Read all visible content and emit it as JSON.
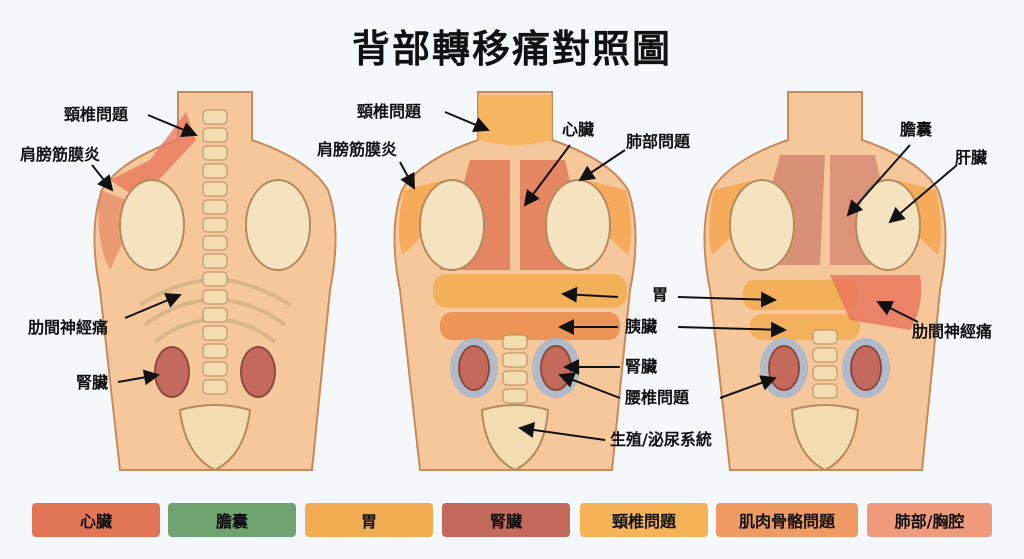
{
  "title": "背部轉移痛對照圖",
  "labels": {
    "neck_left": "頸椎問題",
    "shoulder_left": "肩膀筋膜炎",
    "intercostal_left": "肋間神經痛",
    "kidney_left": "腎臟",
    "neck_mid": "頸椎問題",
    "shoulder_mid": "肩膀筋膜炎",
    "heart": "心臟",
    "lung": "肺部問題",
    "stomach": "胃",
    "pancreas": "胰臟",
    "kidney_mid": "腎臟",
    "lumbar": "腰椎問題",
    "reproductive": "生殖/泌尿系統",
    "gallbladder": "膽囊",
    "liver": "肝臟",
    "intercostal_right": "肋間神經痛"
  },
  "legend": [
    {
      "label": "心臟",
      "color": "#e07656"
    },
    {
      "label": "膽囊",
      "color": "#6fa36f"
    },
    {
      "label": "胃",
      "color": "#f2ad52"
    },
    {
      "label": "腎臟",
      "color": "#c46a5d"
    },
    {
      "label": "頸椎問題",
      "color": "#f5b257"
    },
    {
      "label": "肌肉骨骼問題",
      "color": "#ef9a62"
    },
    {
      "label": "肺部/胸腔",
      "color": "#f09a7c"
    }
  ]
}
